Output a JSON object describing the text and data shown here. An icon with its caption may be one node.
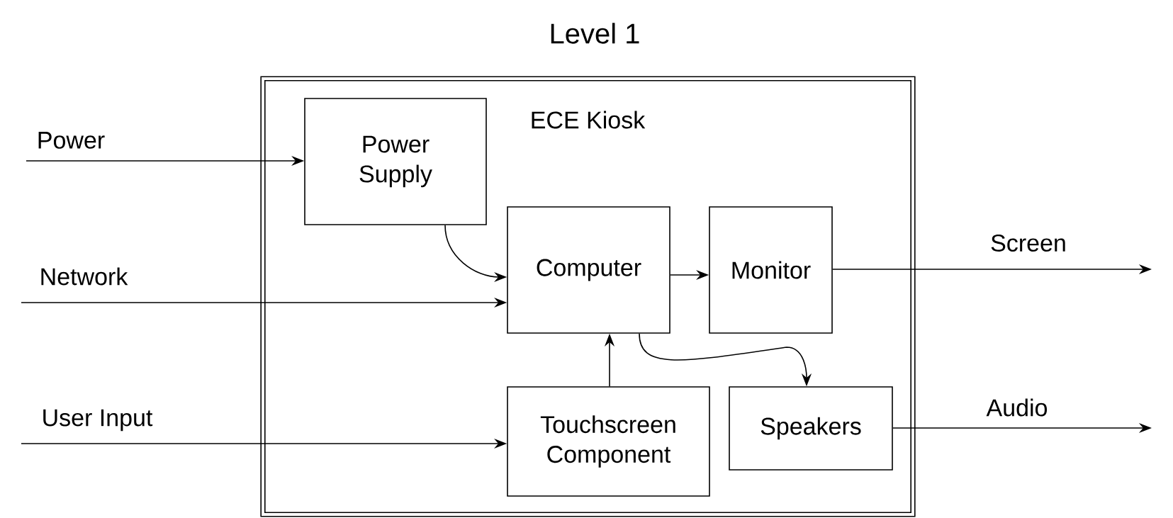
{
  "diagram": {
    "title": "Level 1",
    "nodes": [
      {
        "text": [
          "ECE Kiosk"
        ]
      },
      {
        "text": [
          "Power Supply"
        ],
        "in": 0
      },
      {
        "text": [
          "Computer"
        ],
        "in": 0
      },
      {
        "text": [
          "Monitor"
        ],
        "in": 0
      },
      {
        "text": [
          "Touchscreen Component"
        ],
        "in": 0
      },
      {
        "text": [
          "Speakers"
        ],
        "in": 0
      }
    ],
    "edges": [
      {
        "from": null,
        "to": 1,
        "arrow": "to",
        "label": "Power"
      },
      {
        "from": null,
        "to": 2,
        "arrow": "to",
        "label": "Network"
      },
      {
        "from": null,
        "to": 4,
        "arrow": "to",
        "label": "User Input"
      },
      {
        "from": 3,
        "to": null,
        "arrow": "to",
        "label": "Screen"
      },
      {
        "from": 5,
        "to": null,
        "arrow": "to",
        "label": "Audio"
      },
      {
        "from": 1,
        "to": 2,
        "arrow": "to"
      },
      {
        "from": 2,
        "to": 3,
        "arrow": "to"
      },
      {
        "from": 4,
        "to": 2,
        "arrow": "to"
      },
      {
        "from": 2,
        "to": 5,
        "arrow": "to"
      }
    ]
  }
}
